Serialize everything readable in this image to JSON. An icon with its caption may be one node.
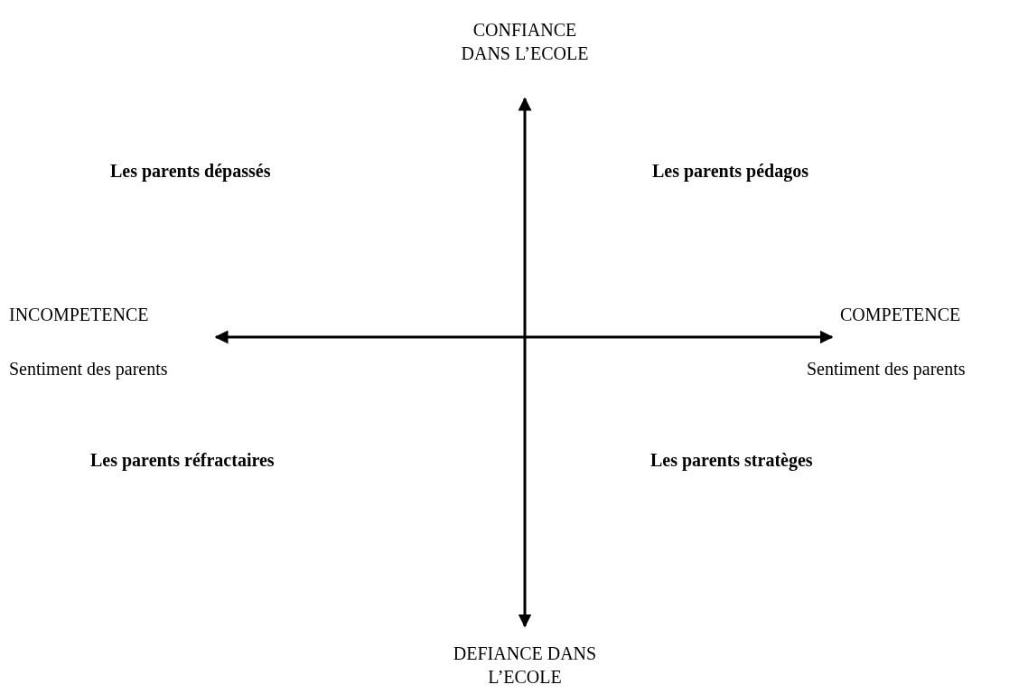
{
  "diagram": {
    "labels": [
      "CONFIANCE DANS L’ECOLE",
      "Les parents dépassés",
      "Les parents pédagos",
      "INCOMPETENCE",
      "COMPETENCE",
      "Sentiment des parents",
      "Sentiment des parents",
      "Les parents réfractaires",
      "Les parents stratèges",
      "DEFIANCE DANS L’ECOLE"
    ]
  }
}
